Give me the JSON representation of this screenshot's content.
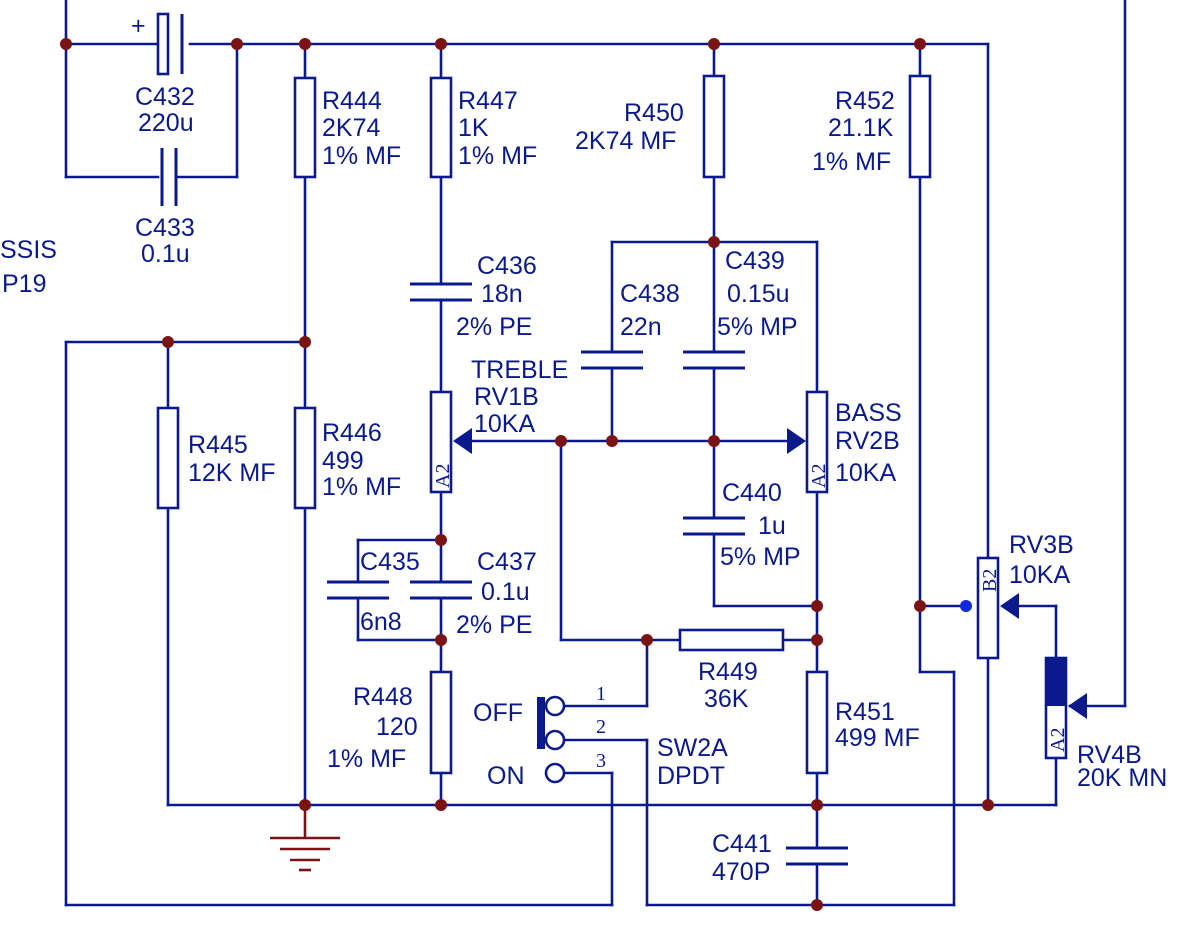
{
  "schematic": {
    "edge_text": {
      "line1": "SSIS",
      "line2": "P19"
    },
    "c432": {
      "ref": "C432",
      "value": "220u",
      "polarity": "+"
    },
    "c433": {
      "ref": "C433",
      "value": "0.1u"
    },
    "r444": {
      "ref": "R444",
      "value": "2K74",
      "tol": "1% MF"
    },
    "r447": {
      "ref": "R447",
      "value": "1K",
      "tol": "1% MF"
    },
    "r450": {
      "ref": "R450",
      "value": "2K74 MF"
    },
    "r452": {
      "ref": "R452",
      "value": "21.1K",
      "tol": "1% MF"
    },
    "c436": {
      "ref": "C436",
      "value": "18n",
      "tol": "2% PE"
    },
    "c438": {
      "ref": "C438",
      "value": "22n"
    },
    "c439": {
      "ref": "C439",
      "value": "0.15u",
      "tol": "5% MP"
    },
    "rv1b": {
      "name": "TREBLE",
      "ref": "RV1B",
      "value": "10KA",
      "pin": "A2"
    },
    "rv2b": {
      "name": "BASS",
      "ref": "RV2B",
      "value": "10KA",
      "pin": "A2"
    },
    "r445": {
      "ref": "R445",
      "value": "12K MF"
    },
    "r446": {
      "ref": "R446",
      "value": "499",
      "tol": "1% MF"
    },
    "c440": {
      "ref": "C440",
      "value": "1u",
      "tol": "5% MP"
    },
    "c435": {
      "ref": "C435",
      "value": "6n8"
    },
    "c437": {
      "ref": "C437",
      "value": "0.1u",
      "tol": "2% PE"
    },
    "rv3b": {
      "ref": "RV3B",
      "value": "10KA",
      "pin": "B2"
    },
    "r449": {
      "ref": "R449",
      "value": "36K"
    },
    "r448": {
      "ref": "R448",
      "value": "120",
      "tol": "1% MF"
    },
    "sw2a": {
      "ref": "SW2A",
      "type": "DPDT",
      "off": "OFF",
      "on": "ON",
      "pin1": "1",
      "pin2": "2",
      "pin3": "3"
    },
    "r451": {
      "ref": "R451",
      "value": "499 MF"
    },
    "rv4b": {
      "ref": "RV4B",
      "value": "20K MN",
      "pin": "A2"
    },
    "c441": {
      "ref": "C441",
      "value": "470P"
    }
  }
}
